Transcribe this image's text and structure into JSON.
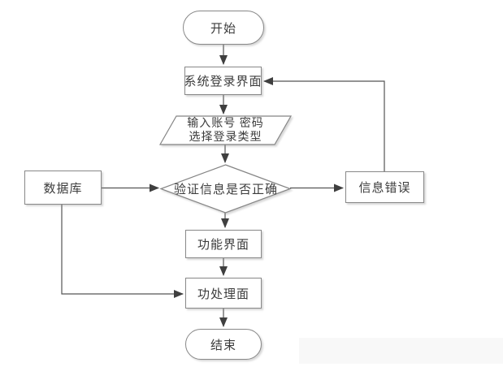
{
  "diagram": {
    "type": "flowchart",
    "background": "#ffffff",
    "colors": {
      "shape_fill": "#ffffff",
      "shape_border": "#888888",
      "connector": "#555555",
      "arrowhead": "#3f3f3f",
      "text": "#3c3c3c"
    },
    "nodes": {
      "start": {
        "shape": "terminator",
        "label": "开始"
      },
      "login": {
        "shape": "process",
        "label": "系统登录界面"
      },
      "input": {
        "shape": "data",
        "lines": [
          "输入账号 密码",
          "选择登录类型"
        ]
      },
      "verify": {
        "shape": "decision",
        "label": "验证信息是否正确"
      },
      "database": {
        "shape": "process",
        "label": "数据库"
      },
      "error": {
        "shape": "process",
        "label": "信息错误"
      },
      "function": {
        "shape": "process",
        "label": "功能界面"
      },
      "process": {
        "shape": "process",
        "label": "功处理面"
      },
      "end": {
        "shape": "terminator",
        "label": "结束"
      }
    },
    "edges": [
      {
        "from": "start",
        "to": "login"
      },
      {
        "from": "login",
        "to": "input"
      },
      {
        "from": "input",
        "to": "verify"
      },
      {
        "from": "verify",
        "to": "function"
      },
      {
        "from": "function",
        "to": "process"
      },
      {
        "from": "process",
        "to": "end"
      },
      {
        "from": "database",
        "to": "verify"
      },
      {
        "from": "verify",
        "to": "error"
      },
      {
        "from": "error",
        "to": "login"
      },
      {
        "from": "database",
        "to": "process"
      }
    ]
  }
}
